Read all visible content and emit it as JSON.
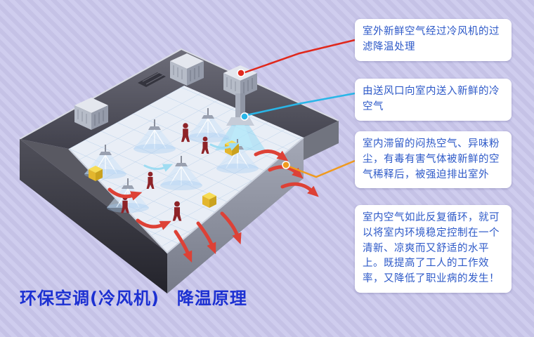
{
  "page": {
    "title": "环保空调(冷风机)　降温原理",
    "background": "#c9c6e8"
  },
  "colors": {
    "title": "#1c30d2",
    "callout_text": "#2d59c8",
    "leader_red": "#e0281c",
    "leader_cyan": "#29b6e8",
    "leader_orange": "#f09a1e"
  },
  "callouts": [
    {
      "name": "outdoor-air-filtering",
      "text": "室外新鲜空气经过冷风机的过滤降温处理",
      "marker_color": "#e0281c"
    },
    {
      "name": "supply-fresh-cold-air",
      "text": "由送风口向室内送入新鲜的冷空气",
      "marker_color": "#29b6e8"
    },
    {
      "name": "exhaust-stale-air",
      "text": "室内滞留的闷热空气、异味粉尘，有毒有害气体被新鲜的空气稀释后，被强迫排出室外",
      "marker_color": "#f09a1e"
    },
    {
      "name": "circulation-benefits",
      "text": "室内空气如此反复循环，就可以将室内环境稳定控制在一个清新、凉爽而又舒适的水平上。既提高了工人的工作效率，又降低了职业病的发生！",
      "marker_color": ""
    }
  ]
}
